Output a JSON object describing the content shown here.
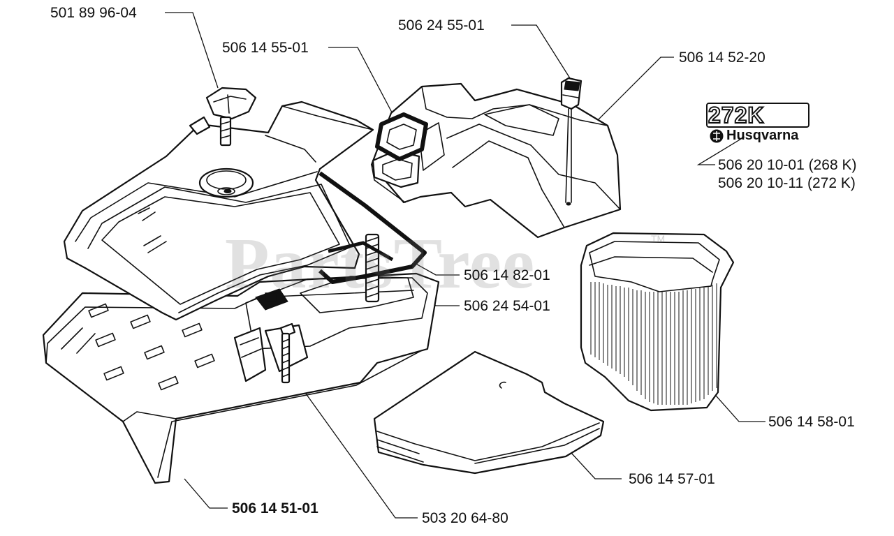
{
  "watermark": {
    "text": "PartsTree",
    "tm": "TM"
  },
  "decal": {
    "model": "272K",
    "brand": "Husqvarna"
  },
  "labels": {
    "knob": "501 89 96-04",
    "gasket_small": "506 14 55-01",
    "fuel_filter": "506 24 55-01",
    "upper_cover": "506 14 52-20",
    "decal_268": "506 20 10-01 (268 K)",
    "decal_272": "506 20 10-11 (272 K)",
    "seal": "506 14 82-01",
    "gasket_inner": "506 24 54-01",
    "filter_element": "506 14 58-01",
    "prefilter": "506 14 57-01",
    "screw": "503 20 64-80",
    "air_box": "506 14 51-01"
  }
}
